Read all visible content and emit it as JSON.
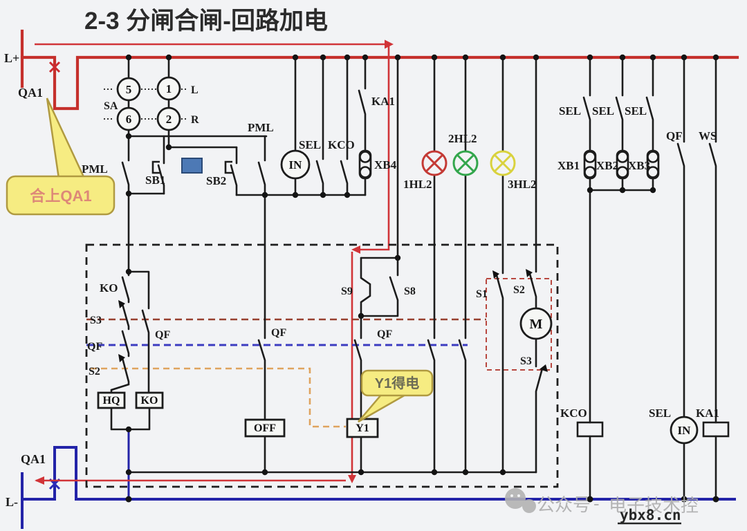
{
  "title": "2-3   分闸合闸-回路加电",
  "colors": {
    "bus_red": "#c5302c",
    "flow_red": "#d13438",
    "rail_blue": "#2323a8",
    "wire_black": "#1c1c1c",
    "lamp_red": "#c43a35",
    "lamp_green": "#33a64c",
    "lamp_yellow": "#d9d23e",
    "callout_yellow": "#f6ec82",
    "callout_border": "#b09a40",
    "dashed_maroon": "#97402f",
    "dashed_blue": "#3c3cc0",
    "dashed_orange": "#dfa35e",
    "button_blue": "#4d79b5"
  },
  "power": {
    "l_plus": "L+",
    "l_minus": "L-",
    "qa1_top": "QA1",
    "qa1_bottom": "QA1"
  },
  "callouts": {
    "close_qa1": "合上QA1",
    "y1_on": "Y1得电"
  },
  "selector": {
    "sa": "SA",
    "t5": "5",
    "t6": "6",
    "t1": "1",
    "t2": "2",
    "left": "L",
    "right": "R"
  },
  "contacts": {
    "pml_left": "PML",
    "sb1": "SB1",
    "sb2": "SB2",
    "pml_right": "PML",
    "sel_mid": "SEL",
    "kco_mid": "KCO",
    "in_top": "IN",
    "ka1_top": "KA1",
    "xb4": "XB4",
    "sel_r1": "SEL",
    "sel_r2": "SEL",
    "sel_r3": "SEL",
    "xb1": "XB1",
    "xb2": "XB2",
    "xb3": "XB3",
    "qf_right": "QF",
    "ws": "WS"
  },
  "lamps": {
    "hl1": "1HL2",
    "hl2": "2HL2",
    "hl3": "3HL2"
  },
  "interlock": {
    "ko_contact": "KO",
    "s3_left": "S3",
    "qf_left": "QF",
    "s2_left": "S2",
    "qf_branch": "QF",
    "qf_off": "QF",
    "hq_box": "HQ",
    "ko_box": "KO",
    "off_box": "OFF",
    "y1_box": "Y1",
    "s9": "S9",
    "s8": "S8",
    "qf_y1": "QF",
    "s1": "S1",
    "s2_right": "S2",
    "motor": "M",
    "s3_right": "S3"
  },
  "outputs": {
    "kco_coil": "KCO",
    "sel_bottom": "SEL",
    "in_bottom": "IN",
    "ka1_coil": "KA1"
  },
  "watermark": {
    "account": "公众号",
    "dash": "-",
    "name": "电子技术控",
    "site": "ybx8.cn"
  }
}
